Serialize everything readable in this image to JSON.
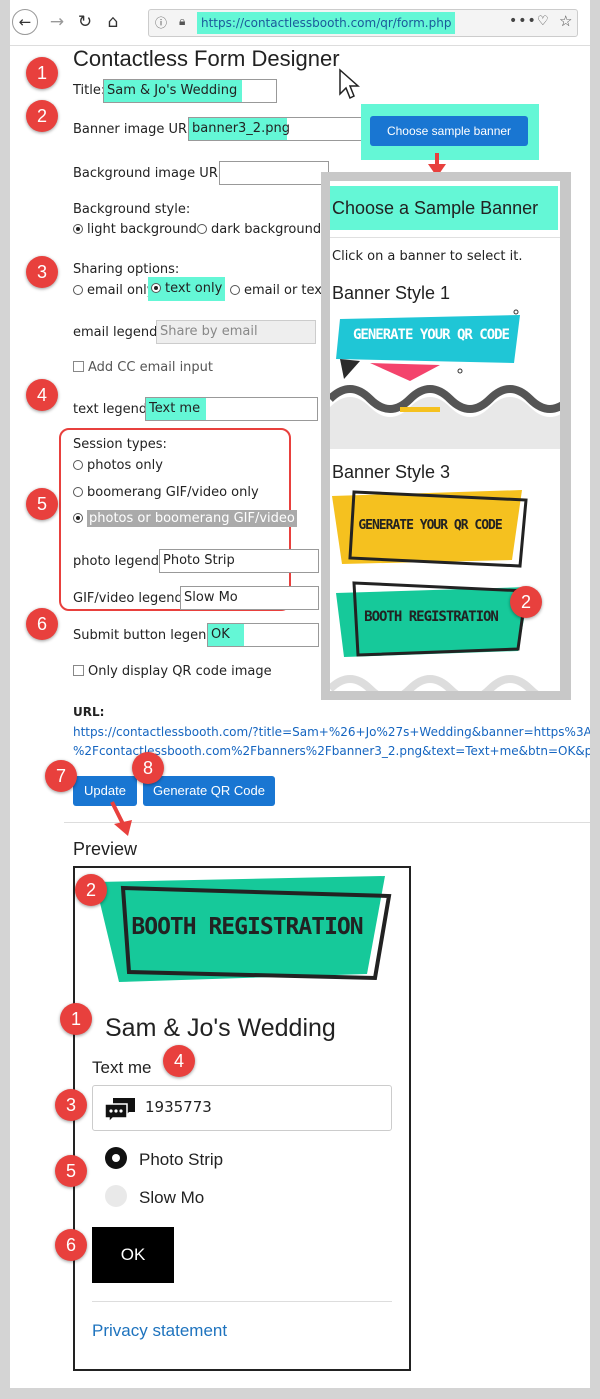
{
  "browser": {
    "url": "https://contactlessbooth.com/qr/form.php",
    "more": "•••"
  },
  "form": {
    "heading": "Contactless Form Designer",
    "title_label": "Title:",
    "title_value": "Sam & Jo's Wedding",
    "banner_label": "Banner image URL:",
    "banner_value": "banner3_2.png",
    "sample_button": "Choose sample banner",
    "bg_url_label": "Background image URL:",
    "bg_style_label": "Background style:",
    "bg_light": "light background",
    "bg_dark": "dark background",
    "sharing_label": "Sharing options:",
    "sharing_email": "email only",
    "sharing_text": "text only",
    "sharing_both": "email or text",
    "email_legend_label": "email legend:",
    "email_legend_placeholder": "Share by email",
    "cc_label": "Add CC email input",
    "text_legend_label": "text legend:",
    "text_legend_value": "Text me",
    "session_label": "Session types:",
    "session_photos": "photos only",
    "session_boomerang": "boomerang GIF/video only",
    "session_both": "photos or boomerang GIF/video",
    "photo_legend_label": "photo legend:",
    "photo_legend_value": "Photo Strip",
    "gif_legend_label": "GIF/video legend:",
    "gif_legend_value": "Slow Mo",
    "submit_label": "Submit button legend:",
    "submit_value": "OK",
    "qr_only_label": "Only display QR code image",
    "url_label": "URL:",
    "url_line1": "https://contactlessbooth.com/?title=Sam+%26+Jo%27s+Wedding&banner=https%3A",
    "url_line2": "%2Fcontactlessbooth.com%2Fbanners%2Fbanner3_2.png&text=Text+me&btn=OK&pl",
    "update_button": "Update",
    "generate_button": "Generate QR Code"
  },
  "panel": {
    "heading": "Choose a Sample Banner",
    "instruction": "Click on a banner to select it.",
    "style1_title": "Banner Style 1",
    "style1_text": "GENERATE YOUR QR CODE",
    "style3_title": "Banner Style 3",
    "style3a_text": "GENERATE YOUR QR CODE",
    "style3b_text": "BOOTH REGISTRATION"
  },
  "preview": {
    "heading": "Preview",
    "banner_text": "BOOTH REGISTRATION",
    "event_title": "Sam & Jo's Wedding",
    "text_legend": "Text me",
    "phone_value": "1935773",
    "option_photo": "Photo Strip",
    "option_gif": "Slow Mo",
    "ok_button": "OK",
    "privacy_link": "Privacy statement"
  },
  "markers": {
    "m1": "1",
    "m2": "2",
    "m3": "3",
    "m4": "4",
    "m5": "5",
    "m6": "6",
    "m7": "7",
    "m8": "8",
    "p2": "2",
    "v1": "1",
    "v2": "2",
    "v3": "3",
    "v4": "4",
    "v5": "5",
    "v6": "6"
  },
  "colors": {
    "highlight": "#64f7d6",
    "marker": "#e8403d",
    "button": "#1976d2",
    "banner_green": "#16c99a",
    "banner_yellow": "#f5c11f",
    "banner_cyan": "#1fc6d6"
  }
}
